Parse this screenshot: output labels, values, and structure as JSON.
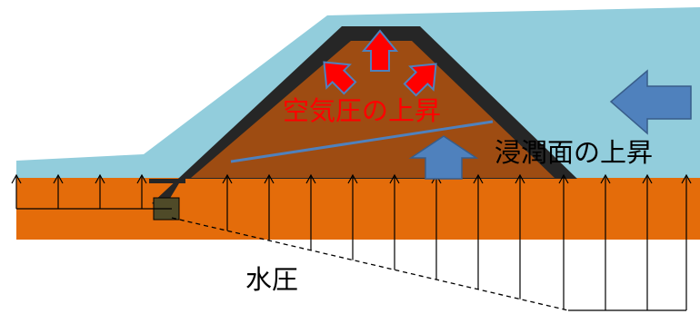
{
  "labels": {
    "air_pressure_rise": "空気圧の上昇",
    "seepage_surface_rise": "浸潤面の上昇",
    "water_pressure": "水圧"
  },
  "colors": {
    "water": "#92cddc",
    "ground": "#e46c0a",
    "embankment_fill": "#9e4c12",
    "embankment_shell": "#262626",
    "drain_block": "#4f4a28",
    "seepage_line": "#4f81bd",
    "blue_arrow": "#4f81bd",
    "red_arrow": "#ff0000",
    "air_text": "#ff0000",
    "text": "#000000"
  },
  "icons": {
    "air_arrows": "red-up-arrow",
    "seepage_arrows": "blue-block-arrow"
  }
}
